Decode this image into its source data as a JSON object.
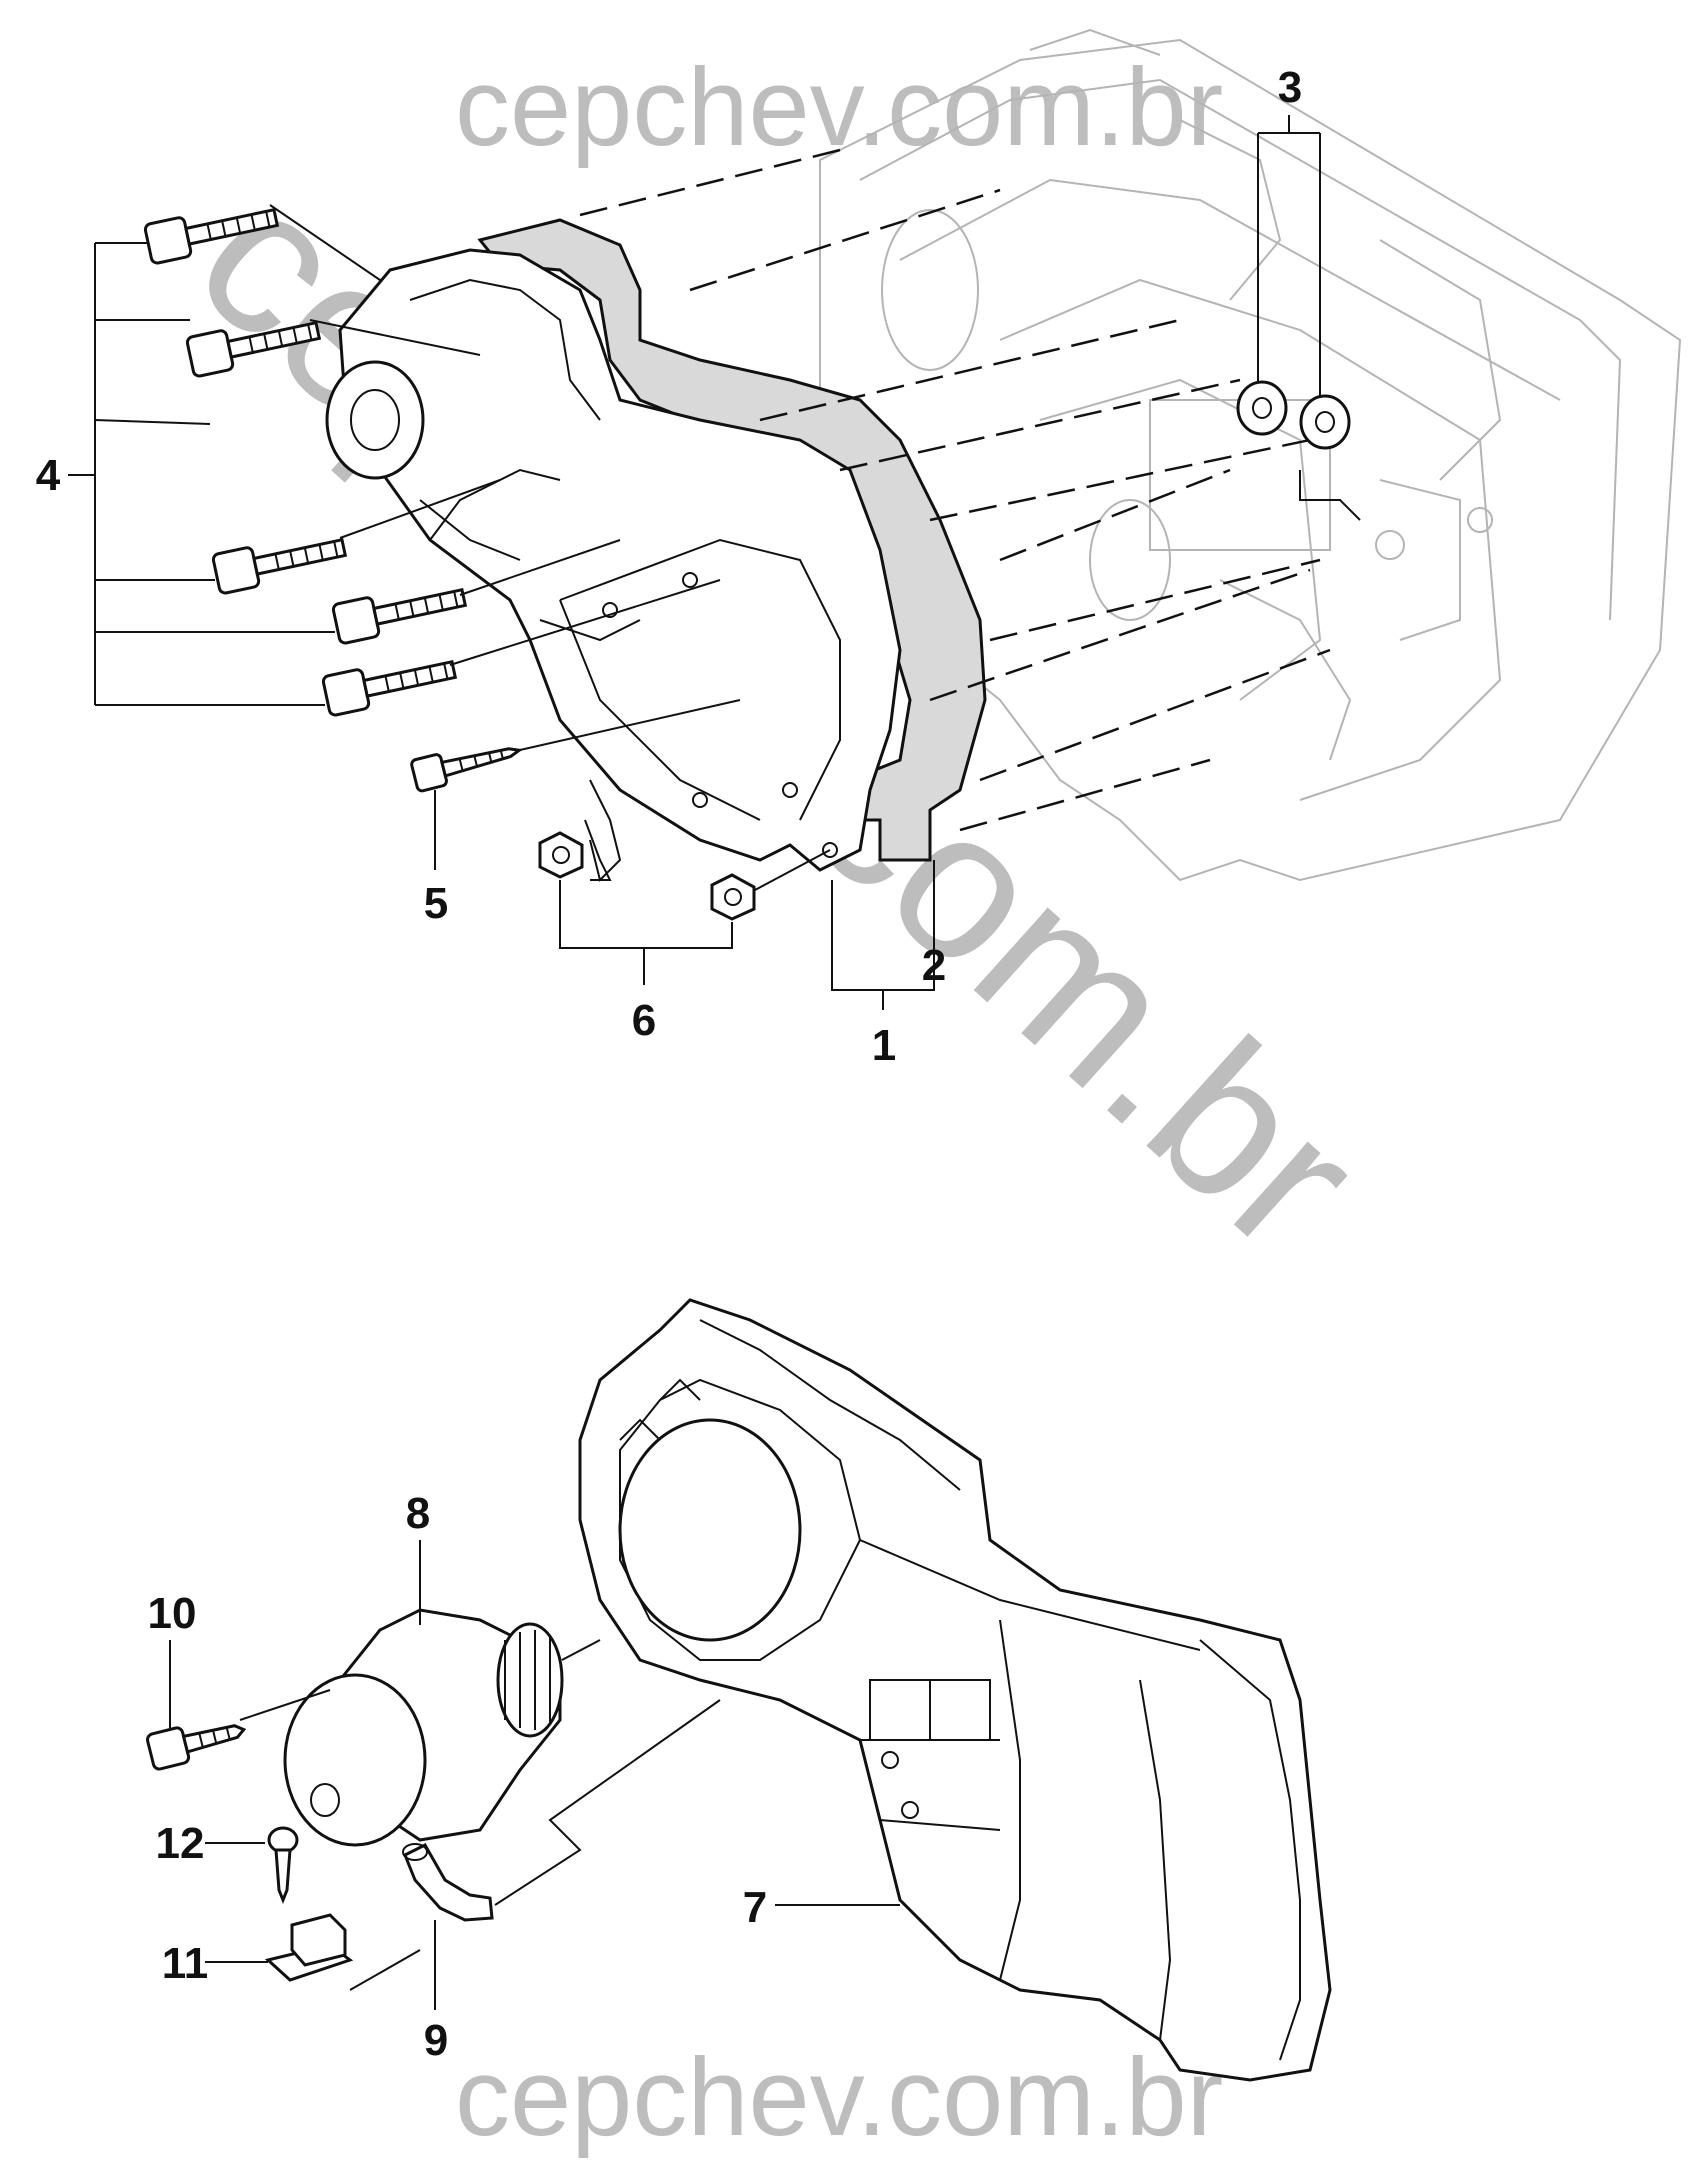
{
  "watermarks": {
    "top": "cepchev.com.br",
    "diagonal": "cepchev.com.br",
    "bottom": "cepchev.com.br"
  },
  "callouts": [
    "1",
    "2",
    "3",
    "4",
    "5",
    "6",
    "7",
    "8",
    "9",
    "10",
    "11",
    "12"
  ],
  "colors": {
    "line": "#111111",
    "ghost": "#b4b4b4",
    "watermark": "#bdbdbd",
    "gasket_fill": "#d9d9d9"
  }
}
